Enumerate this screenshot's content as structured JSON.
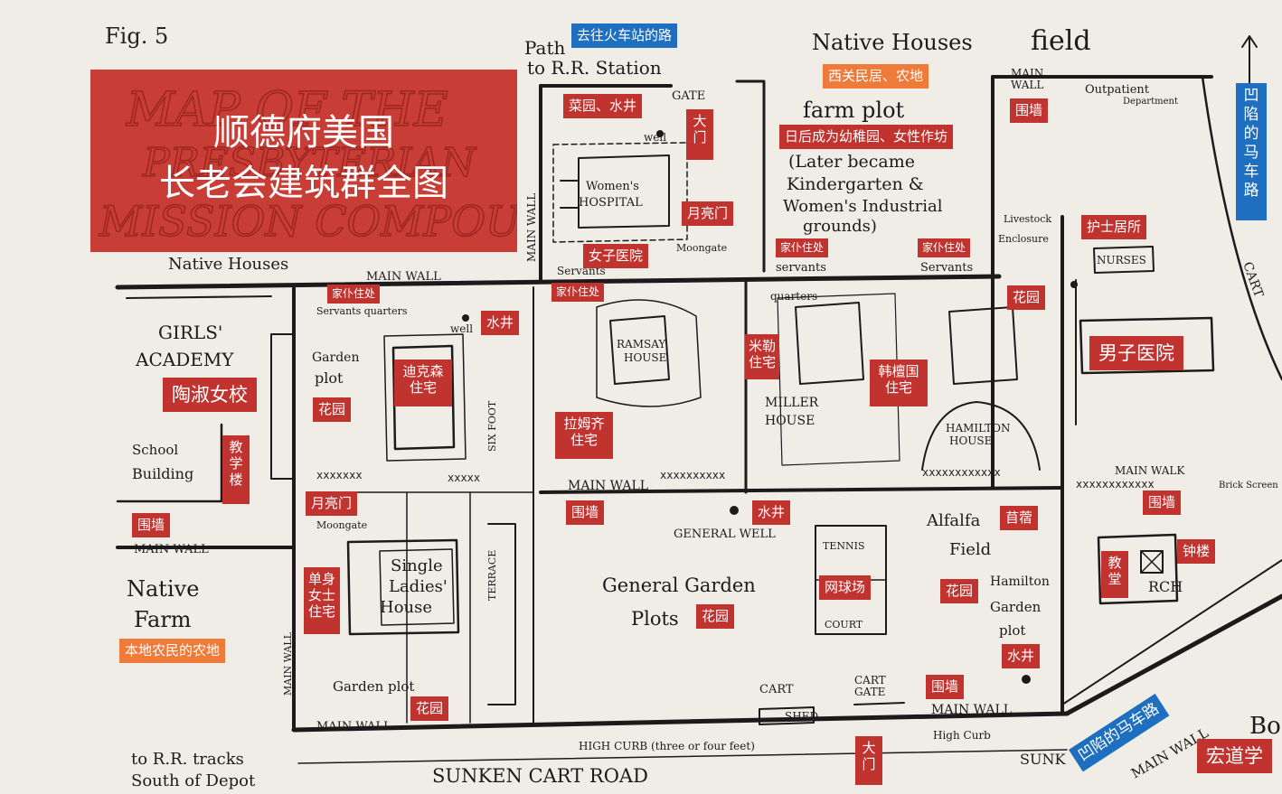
{
  "fig_label": "Fig. 5",
  "title": {
    "ghost_line1": "MAP OF THE",
    "ghost_line2": "PRESBYTERIAN",
    "ghost_line3": "MISSION COMPOUND",
    "line1": "顺德府美国",
    "line2": "长老会建筑群全图"
  },
  "english": {
    "path_rr_1": "Path",
    "path_rr_2": "to R.R. Station",
    "native_houses_top": "Native Houses",
    "field": "field",
    "main_wall_tr": "MAIN",
    "main_wall_tr2": "WALL",
    "outpatient_1": "Outpatient",
    "outpatient_2": "Department",
    "gate": "GATE",
    "well": "well",
    "womens_hospital_1": "Women's",
    "womens_hospital_2": "HOSPITAL",
    "farm_plot": "farm plot",
    "later_1": "(Later became",
    "later_2": "Kindergarten &",
    "later_3": "Women's Industrial",
    "later_4": "grounds)",
    "livestock_1": "Livestock",
    "livestock_2": "Enclosure",
    "main_wall_left": "MAIN WALL",
    "main_wall_vert": "MAIN WALL",
    "moongate_top": "Moongate",
    "servants_a": "Servants",
    "servants_b": "servants",
    "servants_c": "Servants",
    "quarters_b": "quarters",
    "nurses": "NURSES",
    "native_houses_left": "Native Houses",
    "girls_academy_1": "GIRLS'",
    "girls_academy_2": "ACADEMY",
    "servants_quarters": "Servants quarters",
    "well_mid": "well",
    "garden_plot_1": "Garden",
    "garden_plot_2": "plot",
    "six_foot": "SIX FOOT",
    "ramsay_1": "RAMSAY",
    "ramsay_2": "HOUSE",
    "miller_1": "MILLER",
    "miller_2": "HOUSE",
    "hamilton_1": "HAMILTON",
    "hamilton_2": "HOUSE",
    "school_1": "School",
    "school_2": "Building",
    "main_wall_mid": "MAIN WALL",
    "main_wall_mid2": "MAIN WALL",
    "main_wall_left2": "MAIN WALL",
    "moongate_left": "Moongate",
    "general_well": "GENERAL WELL",
    "alfalfa_1": "Alfalfa",
    "alfalfa_2": "Field",
    "tennis_1": "TENNIS",
    "tennis_2": "COURT",
    "single_1": "Single",
    "single_2": "Ladies'",
    "single_3": "House",
    "terrace": "TERRACE",
    "general_garden_1": "General Garden",
    "general_garden_2": "Plots",
    "hamilton_garden_1": "Hamilton",
    "hamilton_garden_2": "Garden",
    "hamilton_garden_3": "plot",
    "native_farm_1": "Native",
    "native_farm_2": "Farm",
    "garden_plot_bottom": "Garden plot",
    "cart_shed_1": "CART",
    "cart_shed_2": "SHED",
    "cart_gate_1": "CART",
    "cart_gate_2": "GATE",
    "main_wall_bottom": "MAIN WALL",
    "main_wall_bottom_r": "MAIN WALL",
    "high_curb": "HIGH CURB (three or four feet)",
    "high_curb_2": "High Curb",
    "to_rr_1": "to R.R. tracks",
    "to_rr_2": "South of Depot",
    "sunken_road": "SUNKEN CART ROAD",
    "sunk": "SUNK",
    "main_wall_br": "MAIN WALL",
    "main_walk": "MAIN WALK",
    "church": "RCH",
    "bo": "Bo",
    "cart_right": "CART",
    "brick_screen": "Brick Screen"
  },
  "labels": {
    "path_to_station": "去往火车站的路",
    "native_farm_top": "西关民居、农地",
    "sunken_road_right": "凹陷的马车路",
    "vegetable_well": "菜园、水井",
    "gate_top": "大门",
    "moongate_top": "月亮门",
    "womens_hospital": "女子医院",
    "kindergarten": "日后成为幼稚园、女性作坊",
    "servants_1": "家仆住处",
    "servants_2": "家仆住处",
    "servants_3": "家仆住处",
    "servants_4": "家仆住处",
    "wall_tr": "围墙",
    "nurses": "护士居所",
    "garden_tr": "花园",
    "mens_hospital": "男子医院",
    "well_1": "水井",
    "dickson_house": "迪克森住宅",
    "garden_1": "花园",
    "ramsay_house": "拉姆齐住宅",
    "miller_house": "米勒住宅",
    "hamilton_house": "韩檀国住宅",
    "girls_school": "陶淑女校",
    "school_building": "教学楼",
    "wall_left": "围墙",
    "moongate_left": "月亮门",
    "wall_mid": "围墙",
    "well_2": "水井",
    "alfalfa": "苜蓿",
    "wall_right": "围墙",
    "church": "教堂",
    "bell_tower": "钟楼",
    "single_ladies": "单身女士住宅",
    "tennis": "网球场",
    "garden_2": "花园",
    "garden_3": "花园",
    "native_farm": "本地农民的农地",
    "well_3": "水井",
    "wall_bottom": "围墙",
    "garden_4": "花园",
    "gate_bottom": "大门",
    "sunken_road_bottom": "凹陷的马车路",
    "hongdao": "宏道学"
  },
  "colors": {
    "label_red": "#c0332f",
    "label_orange": "#ee7b3a",
    "label_blue": "#1f6fc0",
    "paper": "#efede6",
    "ink": "#1b1b1b"
  }
}
